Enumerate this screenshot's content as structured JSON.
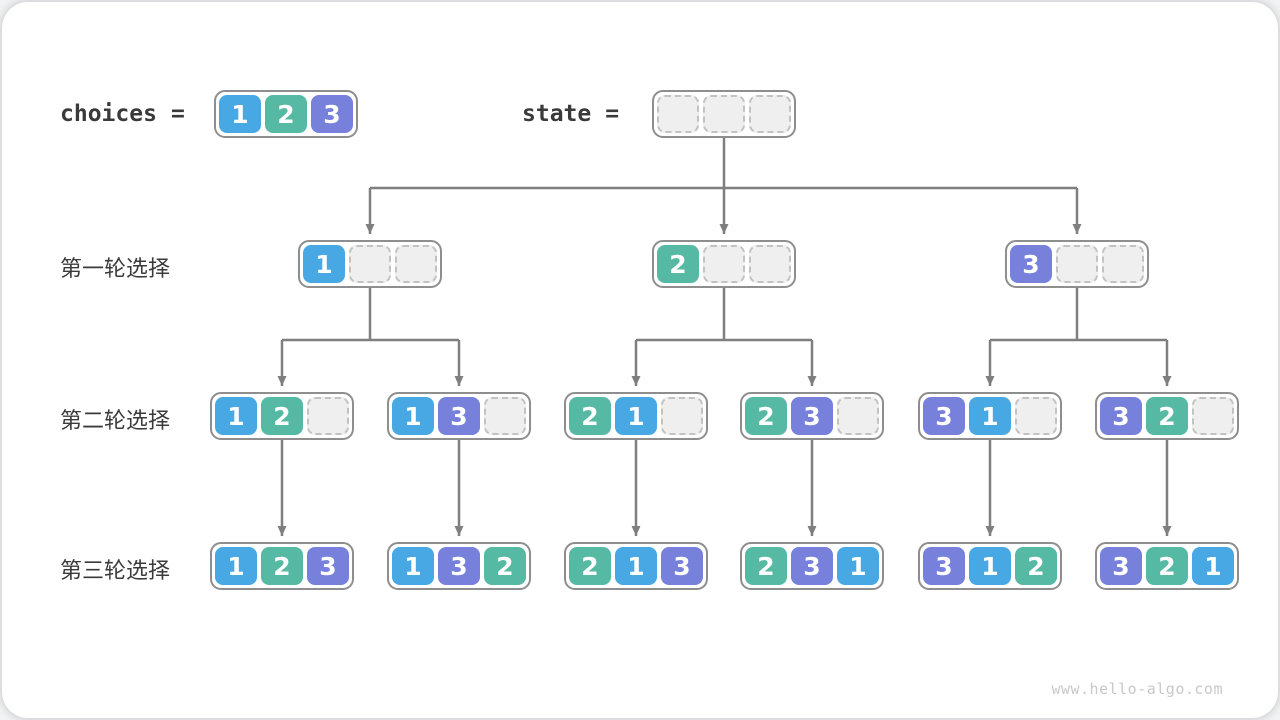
{
  "header": {
    "choices_label": "choices",
    "state_label": "state",
    "equals": "=",
    "choices_cells": [
      1,
      2,
      3
    ],
    "state_cells": [
      null,
      null,
      null
    ]
  },
  "rows": [
    {
      "label": "第一轮选择",
      "boxes": [
        [
          1,
          null,
          null
        ],
        [
          2,
          null,
          null
        ],
        [
          3,
          null,
          null
        ]
      ]
    },
    {
      "label": "第二轮选择",
      "boxes": [
        [
          1,
          2,
          null
        ],
        [
          1,
          3,
          null
        ],
        [
          2,
          1,
          null
        ],
        [
          2,
          3,
          null
        ],
        [
          3,
          1,
          null
        ],
        [
          3,
          2,
          null
        ]
      ]
    },
    {
      "label": "第三轮选择",
      "boxes": [
        [
          1,
          2,
          3
        ],
        [
          1,
          3,
          2
        ],
        [
          2,
          1,
          3
        ],
        [
          2,
          3,
          1
        ],
        [
          3,
          1,
          2
        ],
        [
          3,
          2,
          1
        ]
      ]
    }
  ],
  "colors": {
    "value_1": "#47a8e3",
    "value_2": "#55b9a4",
    "value_3": "#7781dc",
    "box_border": "#8e8e8e",
    "connector": "#7f7f7f",
    "empty_cell_fill": "#efefef"
  },
  "footer": {
    "watermark": "www.hello-algo.com"
  }
}
